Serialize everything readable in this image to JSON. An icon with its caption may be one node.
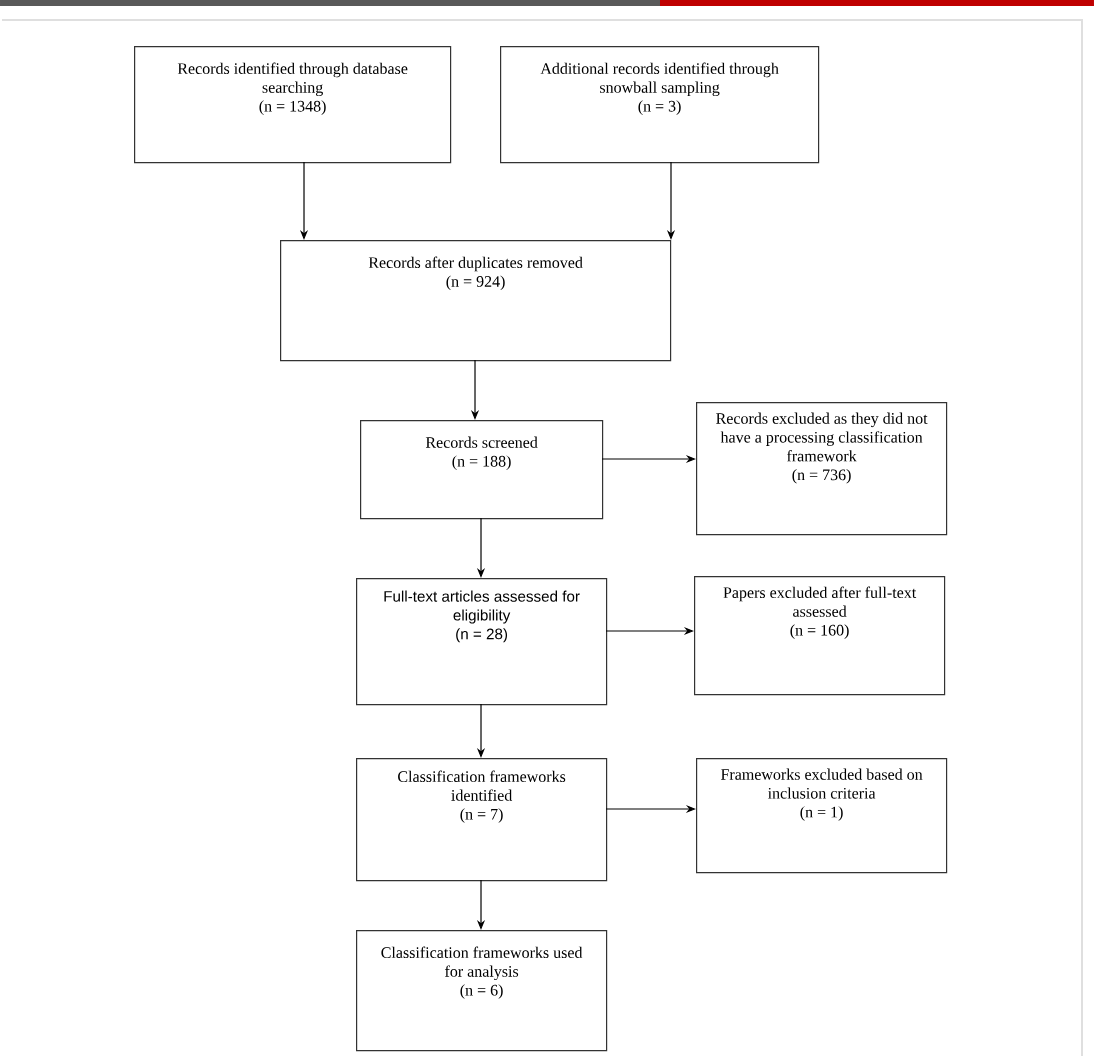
{
  "diagram": {
    "nodes": [
      {
        "text": [
          "Records identified through database searching",
          "(n = 1348)"
        ]
      },
      {
        "text": [
          "Additional records identified through snowball sampling",
          "(n = 3)"
        ]
      },
      {
        "text": [
          "Records after duplicates removed",
          "(n = 924)"
        ]
      },
      {
        "text": [
          "Records screened",
          "(n = 188)"
        ]
      },
      {
        "text": [
          "Records excluded as they did not have a processing classification framework",
          "(n = 736)"
        ]
      },
      {
        "text": [
          "Full-text articles assessed for eligibility",
          "(n = 28)"
        ]
      },
      {
        "text": [
          "Papers excluded after full-text assessed",
          "(n = 160)"
        ]
      },
      {
        "text": [
          "Classification frameworks identified",
          "(n = 7)"
        ]
      },
      {
        "text": [
          "Frameworks excluded based on inclusion criteria",
          "(n = 1)"
        ]
      },
      {
        "text": [
          "Classification frameworks used for analysis",
          "(n = 6)"
        ]
      }
    ],
    "edges": [
      {
        "from": 0,
        "to": 2,
        "arrow": "to"
      },
      {
        "from": 1,
        "to": 2,
        "arrow": "to"
      },
      {
        "from": 2,
        "to": 3,
        "arrow": "to"
      },
      {
        "from": 3,
        "to": 4,
        "arrow": "to"
      },
      {
        "from": 3,
        "to": 5,
        "arrow": "to"
      },
      {
        "from": 5,
        "to": 6,
        "arrow": "to"
      },
      {
        "from": 5,
        "to": 7,
        "arrow": "to"
      },
      {
        "from": 7,
        "to": 8,
        "arrow": "to"
      },
      {
        "from": 7,
        "to": 9,
        "arrow": "to"
      }
    ]
  }
}
